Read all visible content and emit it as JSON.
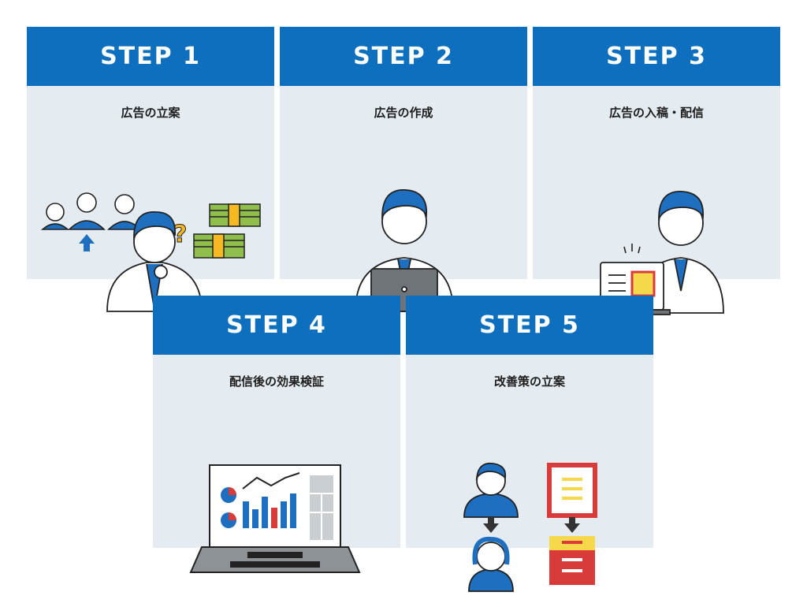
{
  "steps": [
    {
      "label": "STEP 1",
      "title": "広告の立案"
    },
    {
      "label": "STEP 2",
      "title": "広告の作成"
    },
    {
      "label": "STEP 3",
      "title": "広告の入稿・配信"
    },
    {
      "label": "STEP 4",
      "title": "配信後の効果検証"
    },
    {
      "label": "STEP 5",
      "title": "改善策の立案"
    }
  ],
  "colors": {
    "header": "#0d6fbd",
    "card": "#e5ecf1",
    "accent_blue": "#1f6fc0",
    "accent_red": "#d93a3a",
    "accent_yellow": "#f6d94a",
    "money_green": "#8fbf4a"
  },
  "icons": [
    "people-growth-illustration",
    "thinking-person-icon",
    "money-stack-icon",
    "question-mark-icon",
    "person-laptop-illustration",
    "presenting-person-illustration",
    "analytics-laptop-illustration",
    "person-to-person-arrow-icon",
    "document-improvement-icon"
  ]
}
